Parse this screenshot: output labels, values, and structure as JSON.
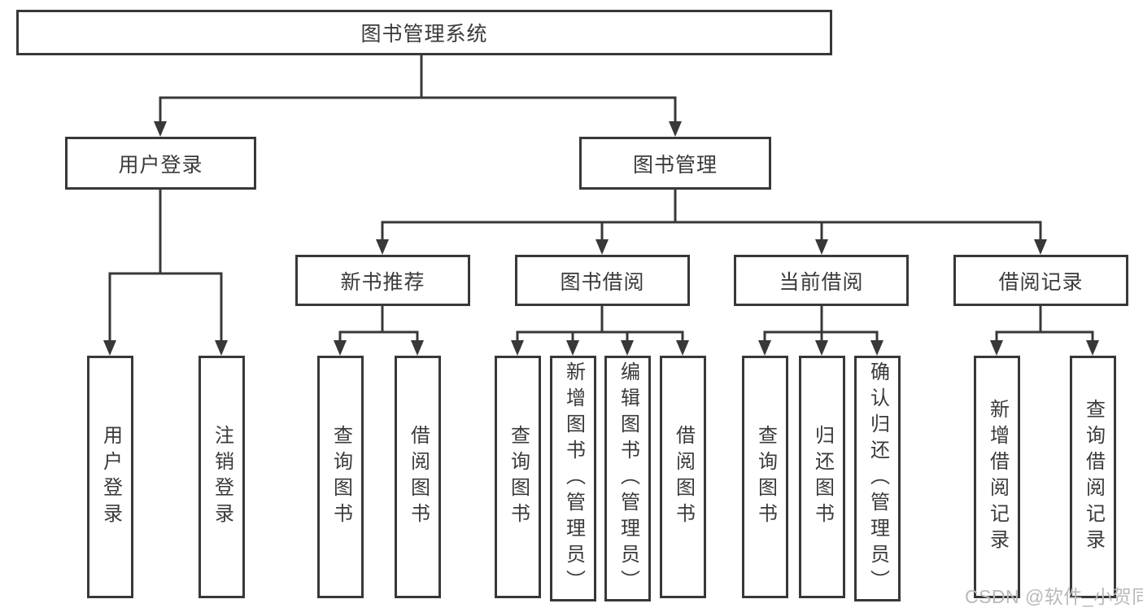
{
  "tree": {
    "root": "图书管理系统",
    "branches": [
      {
        "label": "用户登录",
        "children": [
          {
            "label": "用户登录"
          },
          {
            "label": "注销登录"
          }
        ]
      },
      {
        "label": "图书管理",
        "children": [
          {
            "label": "新书推荐",
            "children": [
              "查询图书",
              "借阅图书"
            ]
          },
          {
            "label": "图书借阅",
            "children": [
              "查询图书",
              "新增图书（管理员）",
              "编辑图书（管理员）",
              "借阅图书"
            ]
          },
          {
            "label": "当前借阅",
            "children": [
              "查询图书",
              "归还图书",
              "确认归还（管理员）"
            ]
          },
          {
            "label": "借阅记录",
            "children": [
              "新增借阅记录",
              "查询借阅记录"
            ]
          }
        ]
      }
    ]
  },
  "watermark": {
    "text": "CSDN @软件_小贺同学"
  },
  "colors": {
    "line": "#383838",
    "box_border": "#383838",
    "text": "#3a3a3a",
    "watermark": "#b9b9b9",
    "background": "#ffffff"
  }
}
